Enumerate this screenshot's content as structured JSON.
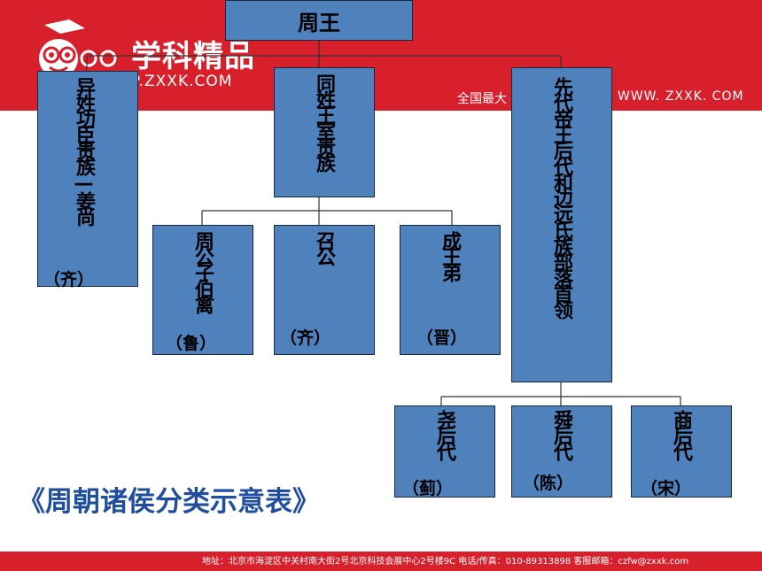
{
  "brand": {
    "title": "学科精品",
    "url": "P.ZXXK.COM",
    "slogan": "全国最大",
    "url2": "WWW. ZXXK. COM",
    "footer": "地址：北京市海淀区中关村南大街2号北京科技会展中心2号楼9C  电话/传真：010-89313898  客服邮箱：czfw@zxxk.com"
  },
  "root": {
    "label": "周王"
  },
  "branches": {
    "yixing": {
      "label": "异姓功臣贵族—姜尚",
      "state": "（齐）"
    },
    "tongxing": {
      "label": "同姓王室贵族"
    },
    "xiandai": {
      "label": "先代帝王后代和边远氏族部落首领"
    }
  },
  "leaves": {
    "zhougong": {
      "label": "周公子伯禽",
      "state": "（鲁）"
    },
    "shaogong": {
      "label": "召公",
      "state": "（齐）"
    },
    "chengwangdi": {
      "label": "成王弟",
      "state": "（晋）"
    },
    "yao": {
      "label": "尧后代",
      "state": "（蓟）"
    },
    "shun": {
      "label": "舜后代",
      "state": "（陈）"
    },
    "shang": {
      "label": "商后代",
      "state": "（宋）"
    }
  },
  "caption": "《周朝诸侯分类示意表》",
  "colors": {
    "band": "#d7202b",
    "box": "#4f81bd",
    "caption": "#1f4e9e"
  }
}
